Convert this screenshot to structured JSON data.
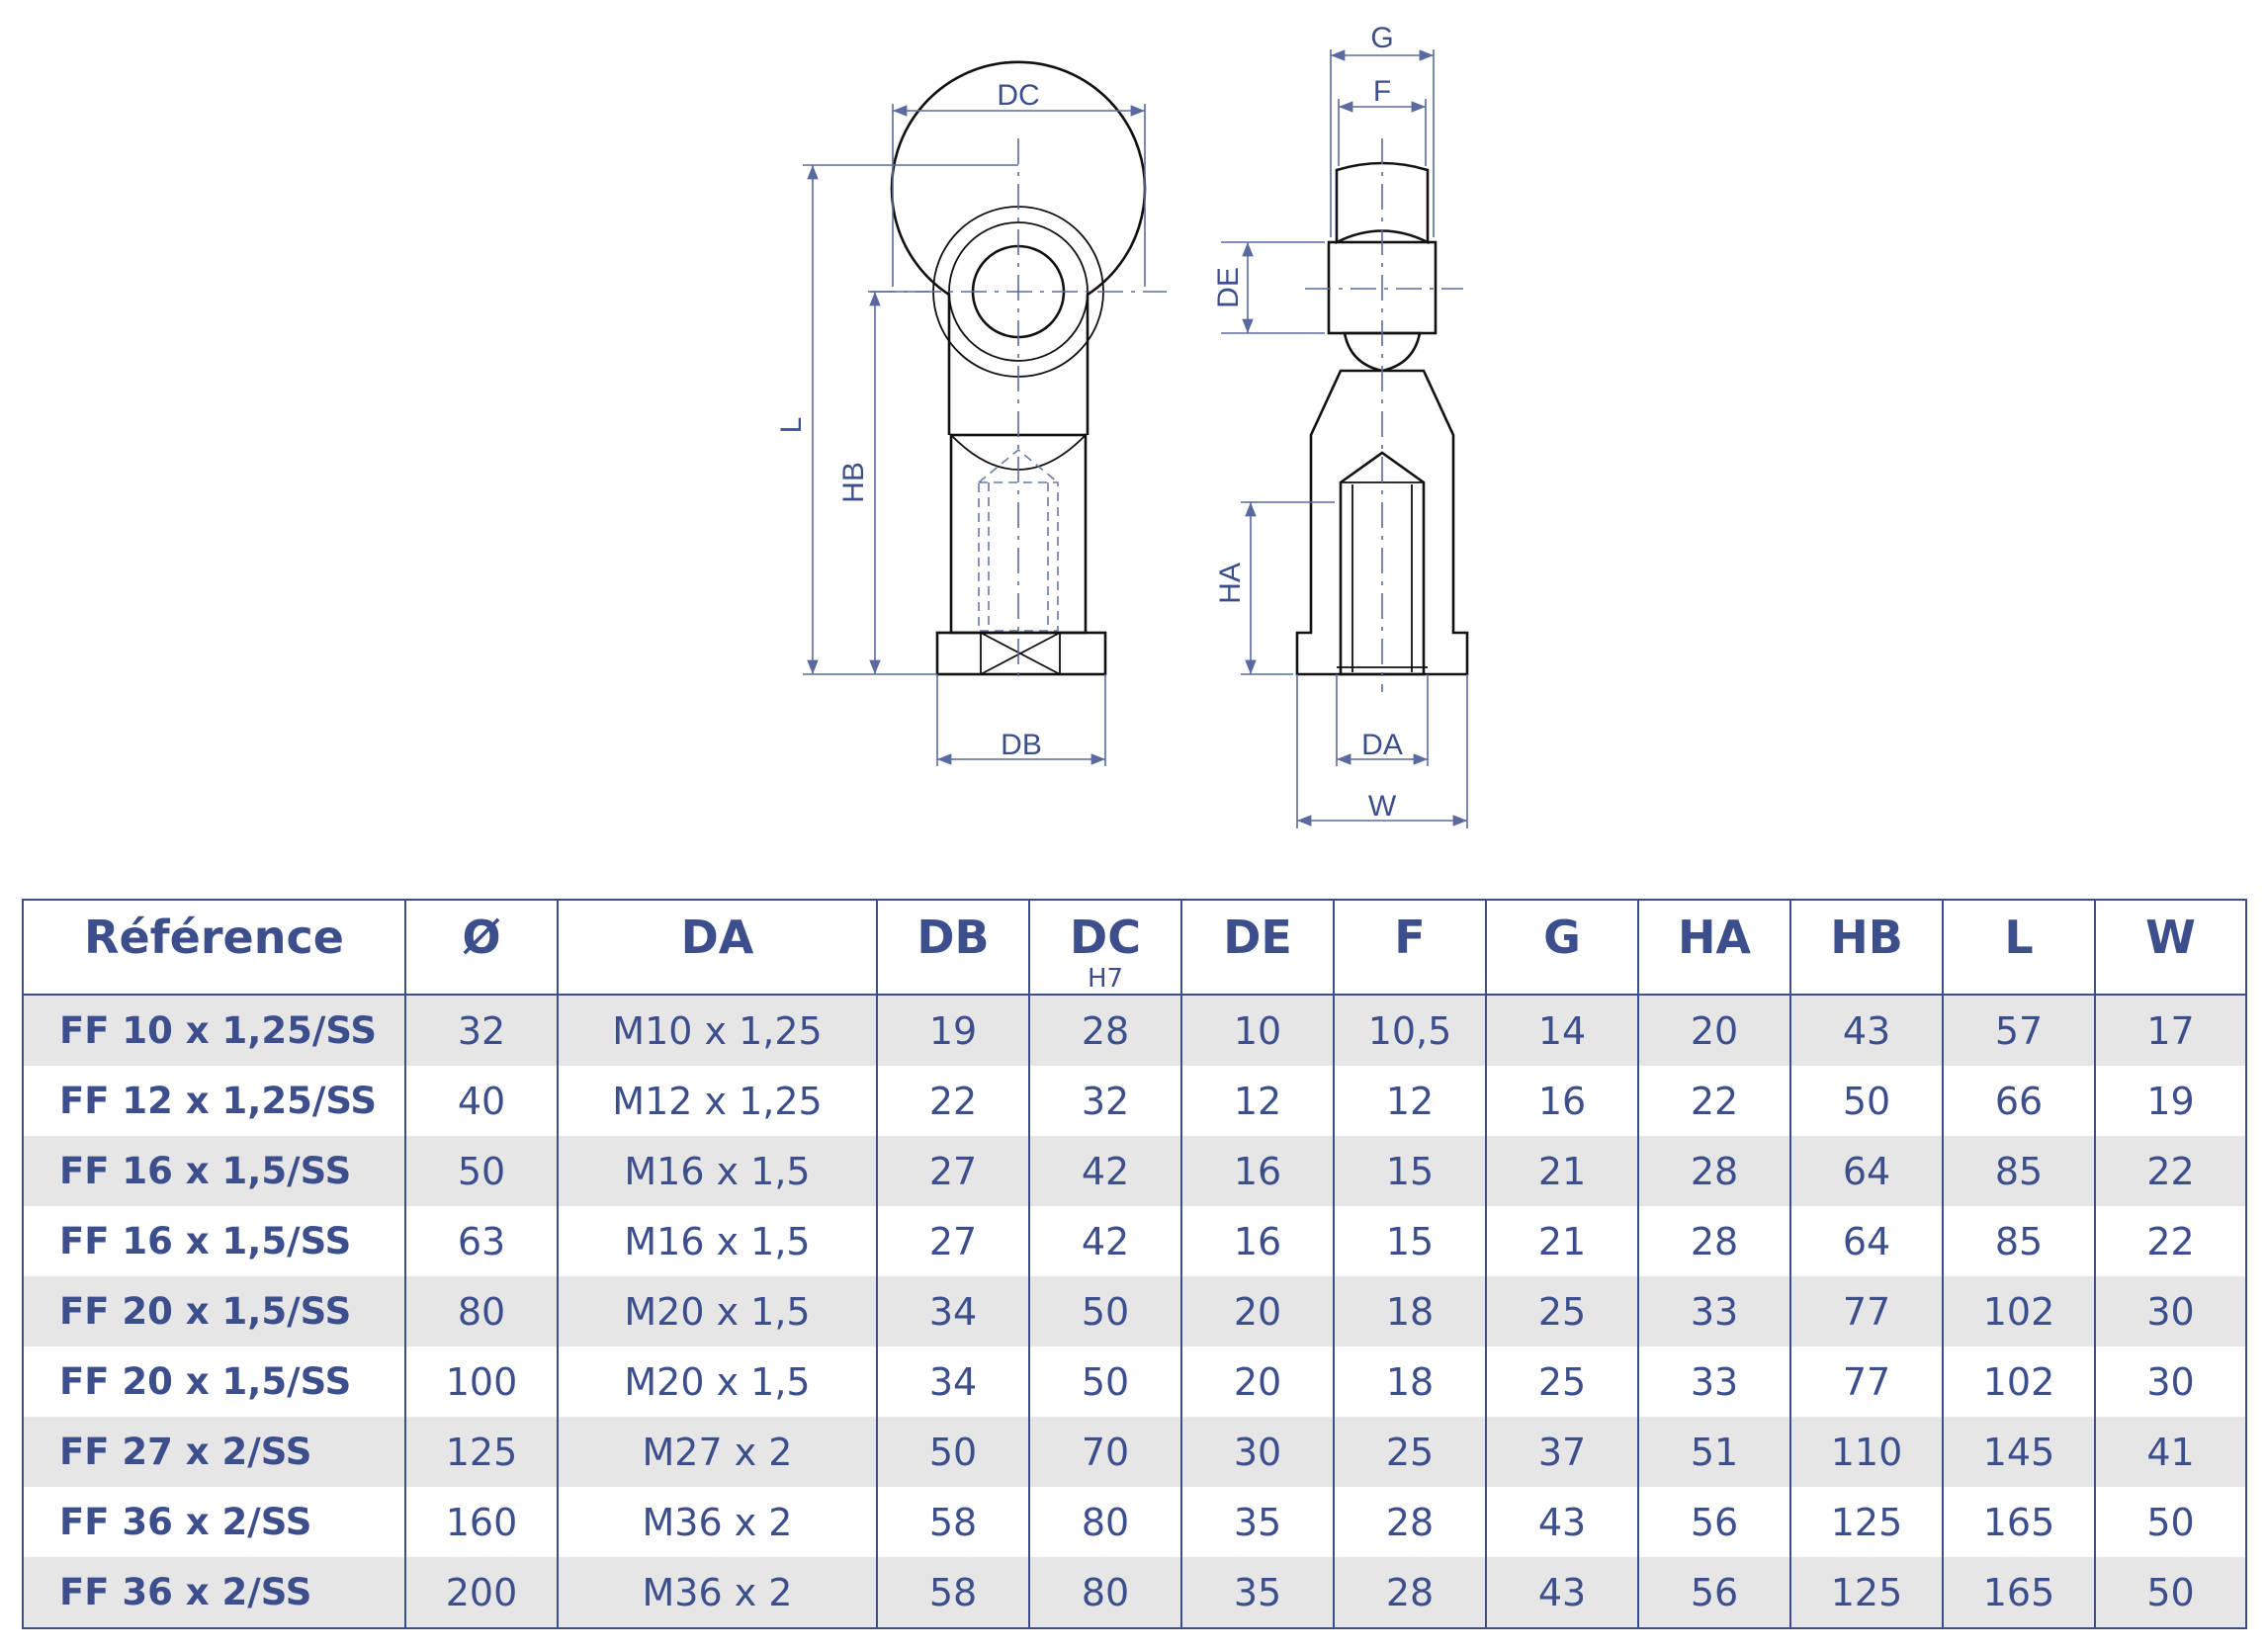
{
  "drawing": {
    "front_labels": {
      "dc": "DC",
      "l": "L",
      "hb": "HB",
      "db": "DB"
    },
    "side_labels": {
      "g": "G",
      "f": "F",
      "de": "DE",
      "ha": "HA",
      "da": "DA",
      "w": "W"
    },
    "line_color": "#3c4f8c"
  },
  "table": {
    "columns": [
      {
        "label": "Référence",
        "sub": ""
      },
      {
        "label": "Ø",
        "sub": ""
      },
      {
        "label": "DA",
        "sub": ""
      },
      {
        "label": "DB",
        "sub": ""
      },
      {
        "label": "DC",
        "sub": "H7"
      },
      {
        "label": "DE",
        "sub": ""
      },
      {
        "label": "F",
        "sub": ""
      },
      {
        "label": "G",
        "sub": ""
      },
      {
        "label": "HA",
        "sub": ""
      },
      {
        "label": "HB",
        "sub": ""
      },
      {
        "label": "L",
        "sub": ""
      },
      {
        "label": "W",
        "sub": ""
      }
    ],
    "rows": [
      [
        "FF 10 x 1,25/SS",
        "32",
        "M10 x 1,25",
        "19",
        "28",
        "10",
        "10,5",
        "14",
        "20",
        "43",
        "57",
        "17"
      ],
      [
        "FF 12 x 1,25/SS",
        "40",
        "M12 x 1,25",
        "22",
        "32",
        "12",
        "12",
        "16",
        "22",
        "50",
        "66",
        "19"
      ],
      [
        "FF 16 x 1,5/SS",
        "50",
        "M16 x 1,5",
        "27",
        "42",
        "16",
        "15",
        "21",
        "28",
        "64",
        "85",
        "22"
      ],
      [
        "FF 16 x 1,5/SS",
        "63",
        "M16 x 1,5",
        "27",
        "42",
        "16",
        "15",
        "21",
        "28",
        "64",
        "85",
        "22"
      ],
      [
        "FF 20 x 1,5/SS",
        "80",
        "M20 x 1,5",
        "34",
        "50",
        "20",
        "18",
        "25",
        "33",
        "77",
        "102",
        "30"
      ],
      [
        "FF 20 x 1,5/SS",
        "100",
        "M20 x 1,5",
        "34",
        "50",
        "20",
        "18",
        "25",
        "33",
        "77",
        "102",
        "30"
      ],
      [
        "FF 27 x 2/SS",
        "125",
        "M27 x 2",
        "50",
        "70",
        "30",
        "25",
        "37",
        "51",
        "110",
        "145",
        "41"
      ],
      [
        "FF 36 x 2/SS",
        "160",
        "M36 x 2",
        "58",
        "80",
        "35",
        "28",
        "43",
        "56",
        "125",
        "165",
        "50"
      ],
      [
        "FF 36 x 2/SS",
        "200",
        "M36 x 2",
        "58",
        "80",
        "35",
        "28",
        "43",
        "56",
        "125",
        "165",
        "50"
      ]
    ],
    "border_color": "#3c4f8c",
    "stripe_color": "#e6e6e6"
  }
}
